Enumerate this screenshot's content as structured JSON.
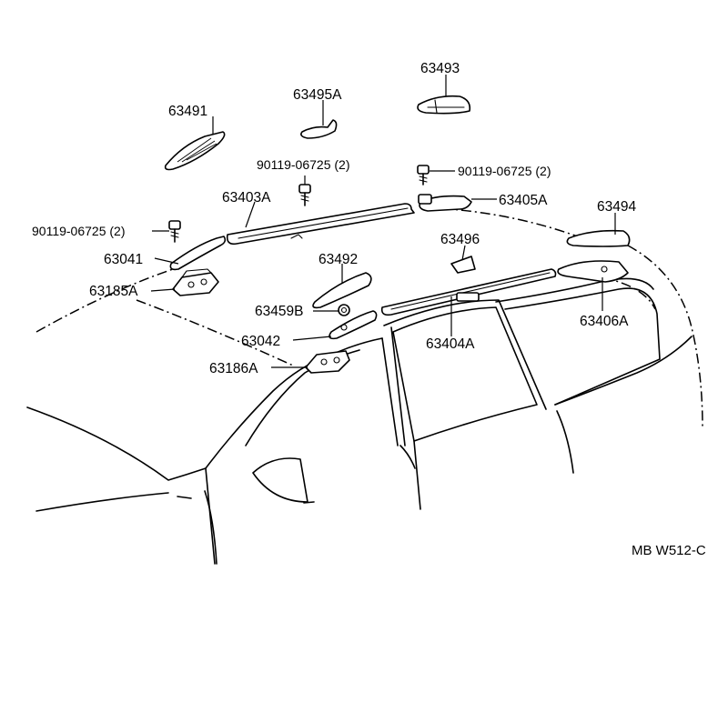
{
  "diagram": {
    "code": "MB W512-C",
    "labels": {
      "p63491": "63491",
      "p63495A": "63495A",
      "p63493": "63493",
      "p90119_a": "90119-06725 (2)",
      "p90119_b": "90119-06725 (2)",
      "p90119_c": "90119-06725 (2)",
      "p63403A": "63403A",
      "p63405A": "63405A",
      "p63494": "63494",
      "p63041": "63041",
      "p63496": "63496",
      "p63492": "63492",
      "p63185A": "63185A",
      "p63459B": "63459B",
      "p63406A": "63406A",
      "p63042": "63042",
      "p63404A": "63404A",
      "p63186A": "63186A"
    }
  }
}
